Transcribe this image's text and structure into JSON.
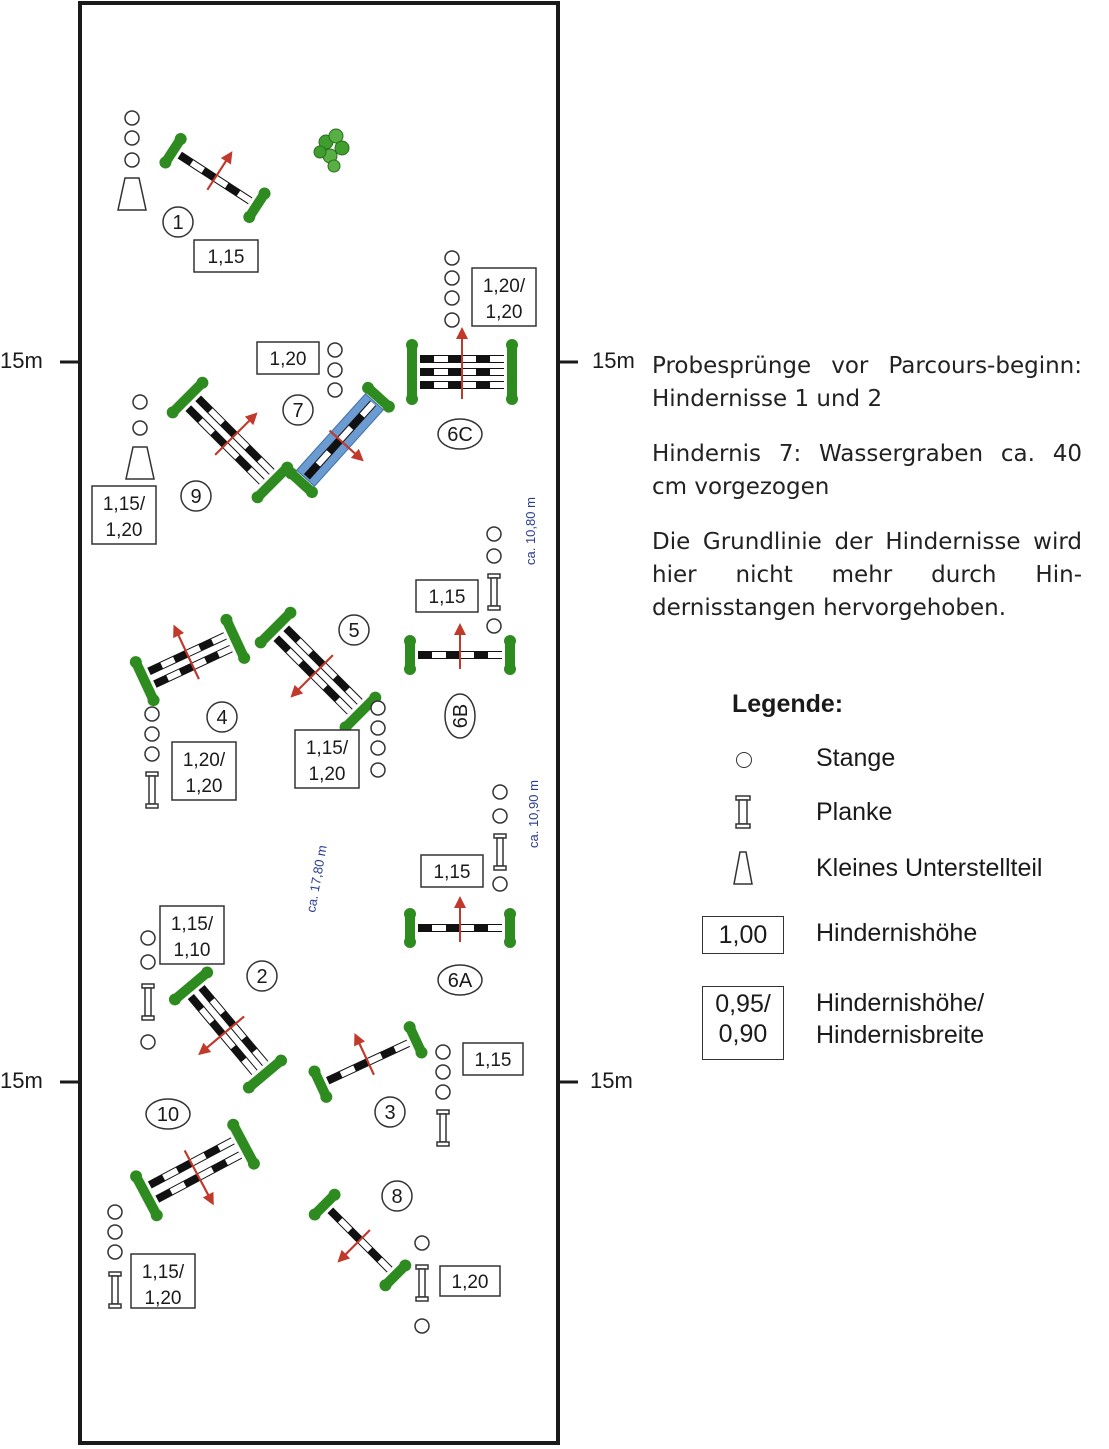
{
  "arena": {
    "marker_left_top": "15m",
    "marker_right_top": "15m",
    "marker_left_bottom": "15m",
    "marker_right_bottom": "15m"
  },
  "obstacles": [
    {
      "id": "1",
      "number": "1",
      "height": "1,15"
    },
    {
      "id": "2",
      "number": "2",
      "height": "1,15/\n1,10"
    },
    {
      "id": "3",
      "number": "3",
      "height": "1,15"
    },
    {
      "id": "4",
      "number": "4",
      "height": "1,20/\n1,20"
    },
    {
      "id": "5",
      "number": "5",
      "height": "1,15/\n1,20"
    },
    {
      "id": "6A",
      "number": "6A",
      "height": "1,15"
    },
    {
      "id": "6B",
      "number": "6B",
      "height": "1,15"
    },
    {
      "id": "6C",
      "number": "6C",
      "height": "1,20/\n1,20"
    },
    {
      "id": "7",
      "number": "7",
      "height": "1,20"
    },
    {
      "id": "8",
      "number": "8",
      "height": "1,20"
    },
    {
      "id": "9",
      "number": "9",
      "height": "1,15/\n1,20"
    },
    {
      "id": "10",
      "number": "10",
      "height": "1,15/\n1,20"
    }
  ],
  "distances": {
    "d_6c_6b": "ca. 10,80 m",
    "d_6b_6a": "ca. 10,90 m",
    "d_4_2": "ca. 17,80 m"
  },
  "notes": {
    "probe": "Probesprünge vor Parcours-beginn: Hindernisse 1 und 2",
    "water": "Hindernis 7: Wassergraben ca. 40 cm vorgezogen",
    "baseline": "Die Grundlinie der Hindernisse wird hier nicht mehr durch Hin-dernisstangen hervorgehoben."
  },
  "legend": {
    "title": "Legende:",
    "stange": "Stange",
    "planke": "Planke",
    "unterstellteil": "Kleines Unterstellteil",
    "hoehe_label": "Hindernishöhe",
    "hoehe_example": "1,00",
    "hoehe_breite_label_1": "Hindernishöhe/",
    "hoehe_breite_label_2": "Hindernisbreite",
    "hoehe_breite_example_1": "0,95/",
    "hoehe_breite_example_2": "0,90"
  },
  "colors": {
    "fence_green": "#2e8b1f",
    "arrow_red": "#c0392b",
    "water_blue": "#6b9bd1",
    "distance_blue": "#2a3d8f",
    "border": "#1a1a1a"
  }
}
